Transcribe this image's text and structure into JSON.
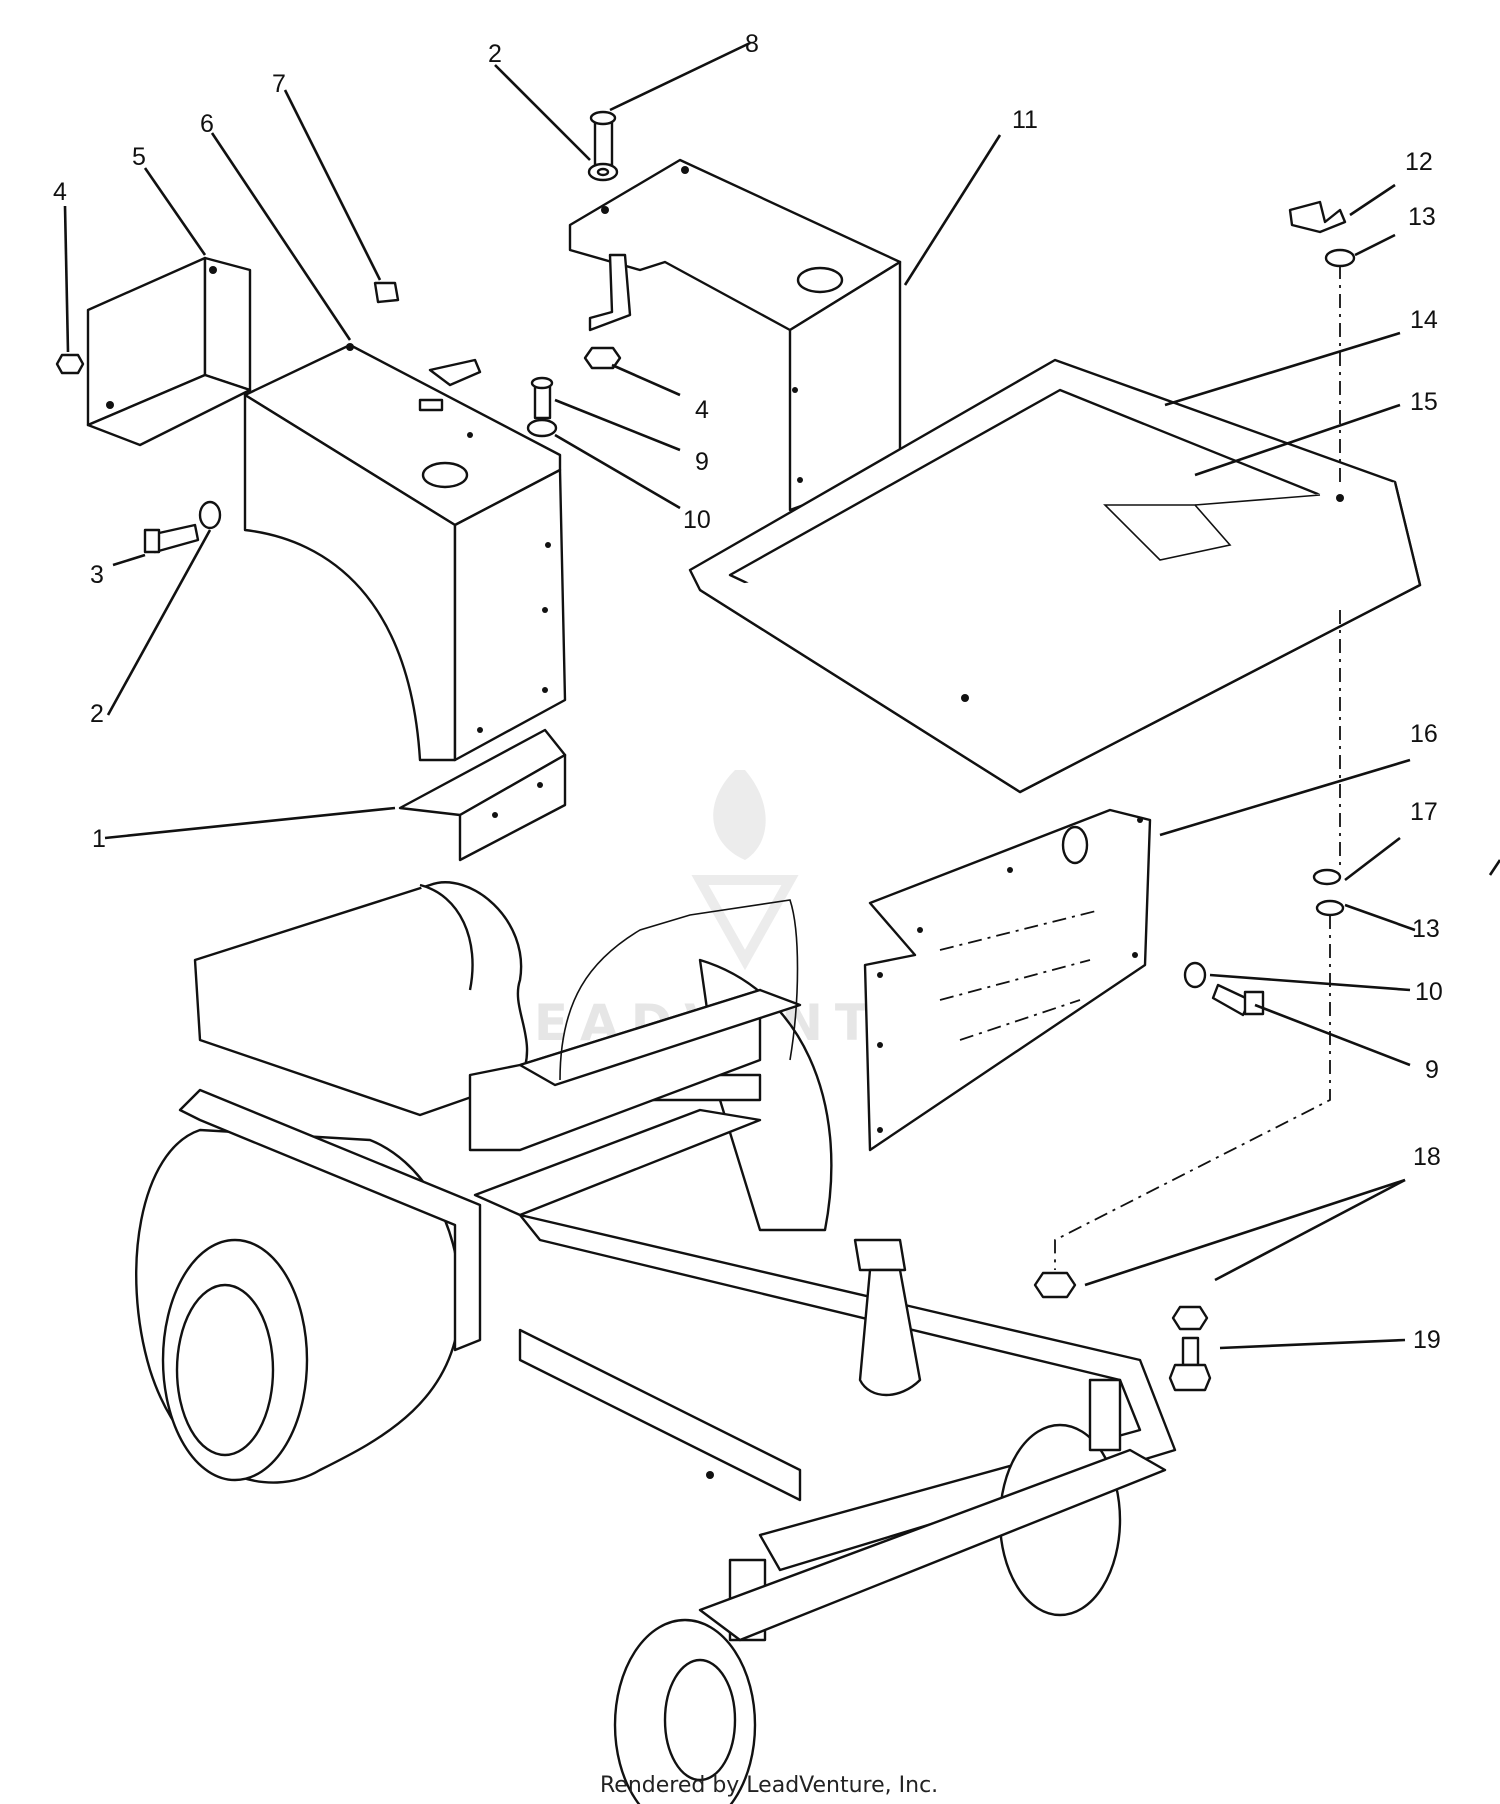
{
  "callouts": [
    {
      "id": "1",
      "text": "1"
    },
    {
      "id": "2a",
      "text": "2"
    },
    {
      "id": "2b",
      "text": "2"
    },
    {
      "id": "3",
      "text": "3"
    },
    {
      "id": "4a",
      "text": "4"
    },
    {
      "id": "4b",
      "text": "4"
    },
    {
      "id": "5",
      "text": "5"
    },
    {
      "id": "6",
      "text": "6"
    },
    {
      "id": "7",
      "text": "7"
    },
    {
      "id": "8",
      "text": "8"
    },
    {
      "id": "9a",
      "text": "9"
    },
    {
      "id": "9b",
      "text": "9"
    },
    {
      "id": "10a",
      "text": "10"
    },
    {
      "id": "10b",
      "text": "10"
    },
    {
      "id": "11",
      "text": "11"
    },
    {
      "id": "12",
      "text": "12"
    },
    {
      "id": "13a",
      "text": "13"
    },
    {
      "id": "13b",
      "text": "13"
    },
    {
      "id": "14",
      "text": "14"
    },
    {
      "id": "15",
      "text": "15"
    },
    {
      "id": "16",
      "text": "16"
    },
    {
      "id": "17",
      "text": "17"
    },
    {
      "id": "18",
      "text": "18"
    },
    {
      "id": "19",
      "text": "19"
    }
  ],
  "watermark": {
    "text": "LEADVENTURE"
  },
  "footer": {
    "text": "Rendered by LeadVenture, Inc."
  }
}
